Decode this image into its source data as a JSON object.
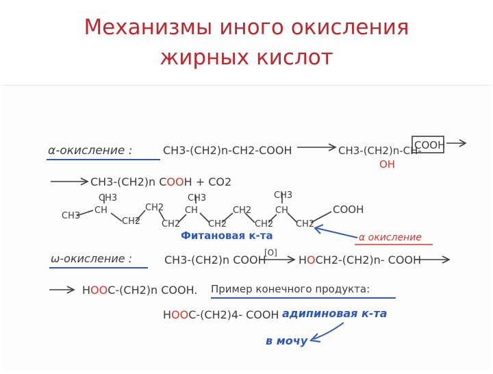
{
  "slide": {
    "title_line1": "Механизмы иного окисления",
    "title_line2": "жирных кислот"
  },
  "alpha": {
    "label": "α-окисление :",
    "start": "CH3-(CH2)n-CH2-COOH",
    "mid_a": "CH3-(CH2)n-CH-",
    "mid_cooh": "COOH",
    "oh": "OH",
    "product_a": "CH3-(CH2)n C",
    "product_oo": "OO",
    "product_b": "H + CO2"
  },
  "phytanic": {
    "ch3": "CH3",
    "ch": "CH",
    "ch2": "CH2",
    "cooh": "COOH",
    "name": "Фитановая к-та",
    "arrow_label": "α окисление"
  },
  "omega": {
    "label": "ω-окисление :",
    "substrate": "CH3-(CH2)n COOH",
    "over_arrow": "[O]",
    "product_h": "H",
    "product_o": "O",
    "product_rest": "CH2-(CH2)n- COOH",
    "next_h": "H",
    "next_oo": "OO",
    "next_rest": "C-(CH2)n COOH.",
    "example_label": "Пример конечного продукта:",
    "final_h": "H",
    "final_oo": "OO",
    "final_rest": "C-(CH2)4- COOH",
    "final_name": "адипиновая к-та",
    "urine": "в мочу"
  }
}
